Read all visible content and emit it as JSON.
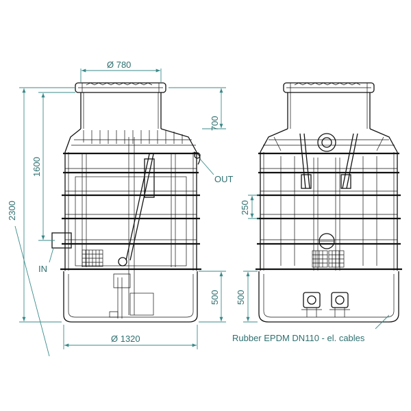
{
  "dimensions": {
    "top_diameter": "Ø 780",
    "bottom_diameter": "Ø 1320",
    "total_height": "2300",
    "inlet_height": "1600",
    "neck_height": "700",
    "rib_spacing": "250",
    "base_height_left": "500",
    "base_height_right": "500"
  },
  "labels": {
    "inlet": "IN",
    "outlet": "OUT",
    "seal_note": "Rubber EPDM DN110 - el. cables"
  },
  "colors": {
    "dimension": "#3a8a8a",
    "outline": "#111111"
  }
}
